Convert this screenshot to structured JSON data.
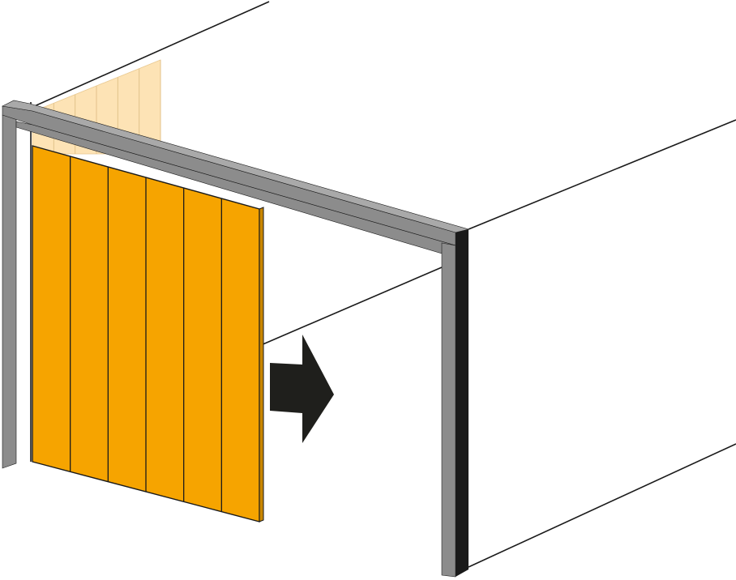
{
  "diagram": {
    "type": "sectional-sliding-door-illustration",
    "door_panel_count": 6,
    "ghost_panel_count": 6,
    "arrow_direction": "right",
    "arrow_icon": "arrow-right-icon",
    "colors": {
      "door": "#F6A400",
      "door_ghost": "#FDE3B5",
      "frame_front": "#8C8C8C",
      "frame_top": "#A9A9A9",
      "frame_dark_edge": "#1A1A1A",
      "arrow": "#1F1F1C",
      "outline": "#1A1A1A",
      "background": "#FFFFFF"
    }
  }
}
